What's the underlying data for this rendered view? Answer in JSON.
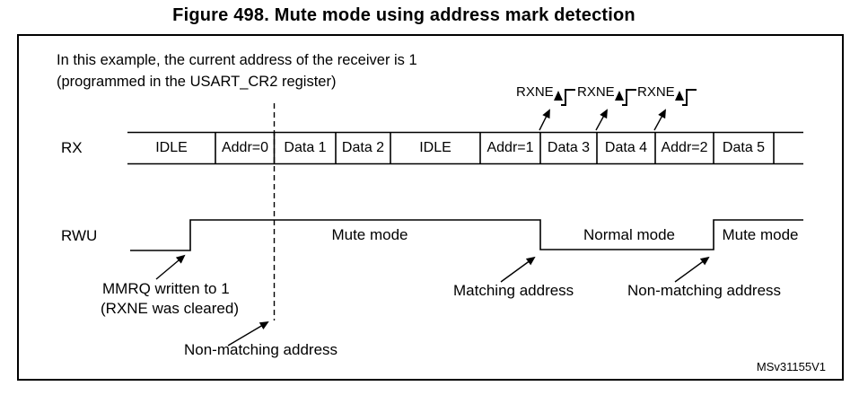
{
  "title": "Figure 498. Mute mode using address mark detection",
  "note": {
    "line1": "In this example, the current address of the receiver is 1",
    "line2": "(programmed in the USART_CR2 register)"
  },
  "rx": {
    "label": "RX",
    "cells": [
      {
        "label": "IDLE"
      },
      {
        "label": "Addr=0"
      },
      {
        "label": "Data 1"
      },
      {
        "label": "Data 2"
      },
      {
        "label": "IDLE"
      },
      {
        "label": "Addr=1"
      },
      {
        "label": "Data 3"
      },
      {
        "label": "Data 4"
      },
      {
        "label": "Addr=2"
      },
      {
        "label": "Data 5"
      }
    ]
  },
  "rwu": {
    "label": "RWU",
    "modes": [
      {
        "label": "Mute mode"
      },
      {
        "label": "Normal mode"
      },
      {
        "label": "Mute mode"
      }
    ]
  },
  "rxne_events": [
    {
      "label": "RXNE"
    },
    {
      "label": "RXNE"
    },
    {
      "label": "RXNE"
    }
  ],
  "annotations": {
    "mmrq_line1": "MMRQ written to 1",
    "mmrq_line2": "(RXNE was cleared)",
    "non_matching_bottom": "Non-matching address",
    "matching": "Matching address",
    "non_matching_right": "Non-matching address"
  },
  "watermark": "MSv31155V1",
  "colors": {
    "ink": "#000000",
    "background": "#ffffff"
  }
}
